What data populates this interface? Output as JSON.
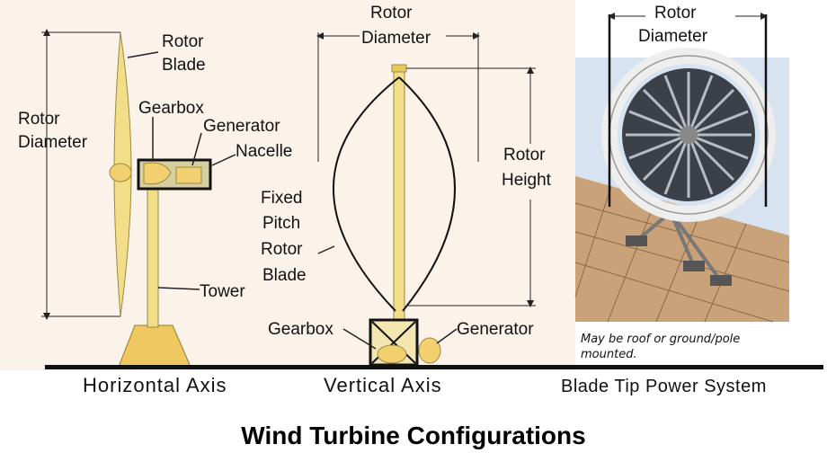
{
  "figure": {
    "title": "Wind Turbine Configurations"
  },
  "horizontal": {
    "rotor_blade": [
      "Rotor",
      "Blade"
    ],
    "rotor_diameter": [
      "Rotor",
      "Diameter"
    ],
    "gearbox": "Gearbox",
    "generator": "Generator",
    "nacelle": "Nacelle",
    "tower": "Tower",
    "caption": "Horizontal Axis"
  },
  "vertical": {
    "rotor_diameter": [
      "Rotor",
      "Diameter"
    ],
    "rotor_height": [
      "Rotor",
      "Height"
    ],
    "fixed_pitch_blade": [
      "Fixed",
      "Pitch",
      "Rotor",
      "Blade"
    ],
    "gearbox": "Gearbox",
    "generator": "Generator",
    "caption": "Vertical Axis"
  },
  "blade_tip": {
    "rotor_diameter": [
      "Rotor",
      "Diameter"
    ],
    "note": [
      "May be roof or ground/pole",
      "mounted."
    ],
    "caption": "Blade Tip Power System"
  }
}
